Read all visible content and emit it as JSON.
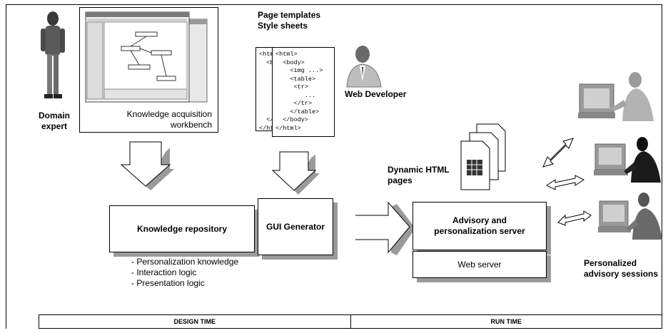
{
  "actors": {
    "domain_expert": "Domain\nexpert",
    "web_developer": "Web Developer",
    "personalized_sessions": "Personalized\nadvisory sessions"
  },
  "workbench": {
    "caption": "Knowledge acquisition\nworkbench"
  },
  "templates": {
    "title": "Page templates\nStyle sheets",
    "back_doc_code": "<htm\n  <b\n\n\n\n\n\n\n  </\n</htm",
    "front_doc_code": "<html>\n  <body>\n    <img ...>\n    <table>\n     <tr>\n        ...\n     </tr>\n    </table>\n  </body>\n</html>"
  },
  "dynamic_pages": "Dynamic HTML\npages",
  "components": {
    "knowledge_repository": "Knowledge repository",
    "gui_generator": "GUI Generator",
    "advisory_server": "Advisory and\npersonalization server",
    "web_server": "Web server"
  },
  "repository_contents": [
    "- Personalization knowledge",
    "- Interaction logic",
    "- Presentation logic"
  ],
  "footer": {
    "design_time": "DESIGN TIME",
    "run_time": "RUN TIME"
  }
}
